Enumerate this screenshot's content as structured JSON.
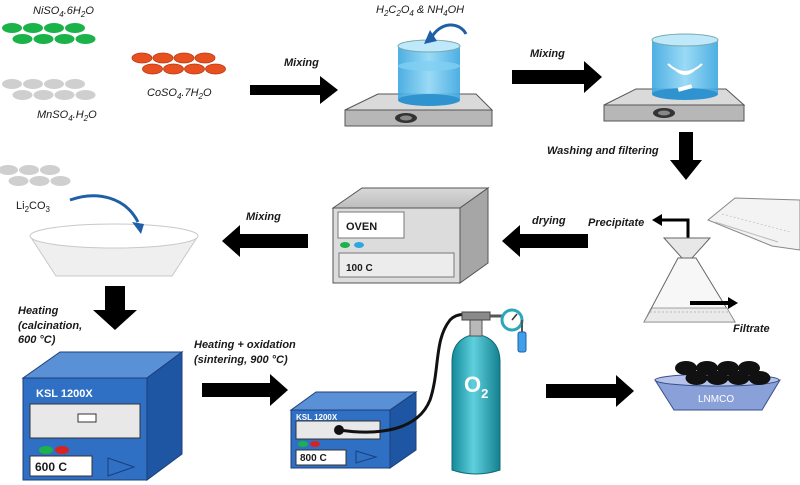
{
  "reagents": {
    "nickel": {
      "formula": "NiSO",
      "sub1": "4",
      "mid": ".6H",
      "sub2": "2",
      "tail": "O",
      "color": "#1bb24a"
    },
    "manganese": {
      "formula": "MnSO",
      "sub1": "4",
      "mid": ".H",
      "sub2": "2",
      "tail": "O",
      "color": "#cfcfcf"
    },
    "cobalt": {
      "formula": "CoSO",
      "sub1": "4",
      "mid": ".7H",
      "sub2": "2",
      "tail": "O",
      "color": "#e8501f"
    },
    "precipitant": {
      "p1": "H",
      "s1": "2",
      "p2": "C",
      "s2": "2",
      "p3": "O",
      "s3": "4",
      "p4": " & NH",
      "s4": "4",
      "p5": "OH"
    },
    "lithium": {
      "p1": "Li",
      "s1": "2",
      "p2": "CO",
      "s2": "3"
    }
  },
  "steps": {
    "mixing1": "Mixing",
    "mixing2": "Mixing",
    "washing": "Washing and filtering",
    "precipitate": "Precipitate",
    "filtrate": "Filtrate",
    "drying": "drying",
    "mixing3": "Mixing",
    "heating1": "Heating",
    "heating2": "(calcination,",
    "heating3": "600 °C)",
    "sintering1": "Heating + oxidation",
    "sintering2": "(sintering, 900 °C)"
  },
  "devices": {
    "oven": {
      "name": "OVEN",
      "temp": "100 C"
    },
    "furnace1": {
      "model": "KSL 1200X",
      "temp": "600 C"
    },
    "furnace2": {
      "model": "KSL 1200X",
      "temp": "800 C"
    },
    "cylinder": {
      "label": "O",
      "sub": "2"
    }
  },
  "product": {
    "name": "LNMCO"
  },
  "colors": {
    "furnace_blue": "#2f6fc4",
    "water_blue": "#5ab8e8",
    "cylinder_teal": "#2aa7b8",
    "arrow": "#000000"
  }
}
